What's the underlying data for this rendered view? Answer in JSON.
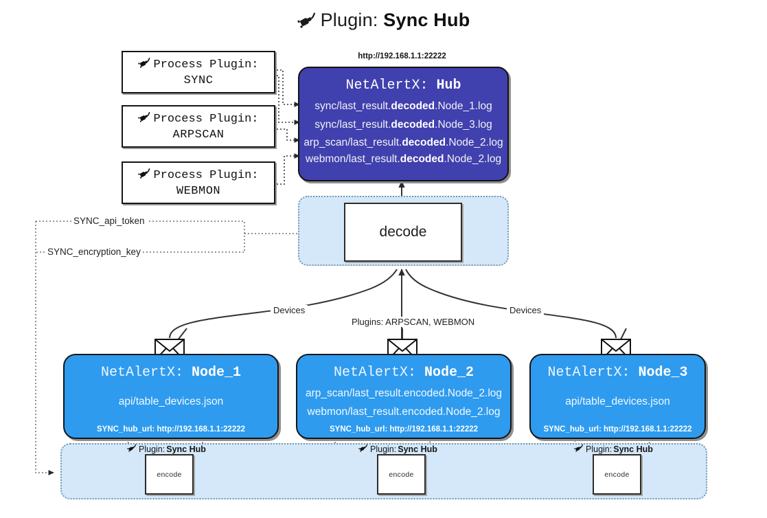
{
  "title": {
    "icon": "plug-icon",
    "prefix": "Plugin:",
    "name": "Sync Hub"
  },
  "process_plugins": [
    {
      "icon": "plug-icon",
      "line1": "Process Plugin:",
      "line2": "SYNC"
    },
    {
      "icon": "plug-icon",
      "line1": "Process Plugin:",
      "line2": "ARPSCAN"
    },
    {
      "icon": "plug-icon",
      "line1": "Process Plugin:",
      "line2": "WEBMON"
    }
  ],
  "hub": {
    "url": "http://192.168.1.1:22222",
    "title_prefix": "NetAlertX:",
    "title_name": "Hub",
    "rows": [
      {
        "pre": "sync/last_result.",
        "mid": "decoded",
        "post": ".Node_1.log"
      },
      {
        "pre": "sync/last_result.",
        "mid": "decoded",
        "post": ".Node_3.log"
      },
      {
        "pre": "arp_scan/last_result.",
        "mid": "decoded",
        "post": ".Node_2.log"
      },
      {
        "pre": "webmon/last_result.",
        "mid": "decoded",
        "post": ".Node_2.log"
      }
    ]
  },
  "decode": {
    "label": "decode"
  },
  "secrets": [
    {
      "label": "SYNC_api_token"
    },
    {
      "label": "SYNC_encryption_key"
    }
  ],
  "edge_labels": {
    "devices_left": "Devices",
    "devices_right": "Devices",
    "plugins_center": "Plugins: ARPSCAN, WEBMON"
  },
  "nodes": [
    {
      "title_prefix": "NetAlertX:",
      "title_name": "Node_1",
      "rows": [
        "api/table_devices.json"
      ],
      "footer": "SYNC_hub_url: http://192.168.1.1:22222",
      "icon": "envelope-icon"
    },
    {
      "title_prefix": "NetAlertX:",
      "title_name": "Node_2",
      "rows": [
        "arp_scan/last_result.encoded.Node_2.log",
        "webmon/last_result.encoded.Node_2.log"
      ],
      "footer": "SYNC_hub_url: http://192.168.1.1:22222",
      "icon": "envelope-icon"
    },
    {
      "title_prefix": "NetAlertX:",
      "title_name": "Node_3",
      "rows": [
        "api/table_devices.json"
      ],
      "footer": "SYNC_hub_url: http://192.168.1.1:22222",
      "icon": "envelope-icon"
    }
  ],
  "encoders": [
    {
      "plugin_prefix": "Plugin:",
      "plugin_name": "Sync Hub",
      "label": "encode",
      "icon": "plug-icon"
    },
    {
      "plugin_prefix": "Plugin:",
      "plugin_name": "Sync Hub",
      "label": "encode",
      "icon": "plug-icon"
    },
    {
      "plugin_prefix": "Plugin:",
      "plugin_name": "Sync Hub",
      "label": "encode",
      "icon": "plug-icon"
    }
  ],
  "colors": {
    "hub_fill": "#4040ae",
    "node_fill": "#2e9bef",
    "container_fill": "#d4e8fa",
    "container_stroke": "#7b98ad",
    "stroke": "#151515",
    "page_bg": "#ffffff"
  }
}
